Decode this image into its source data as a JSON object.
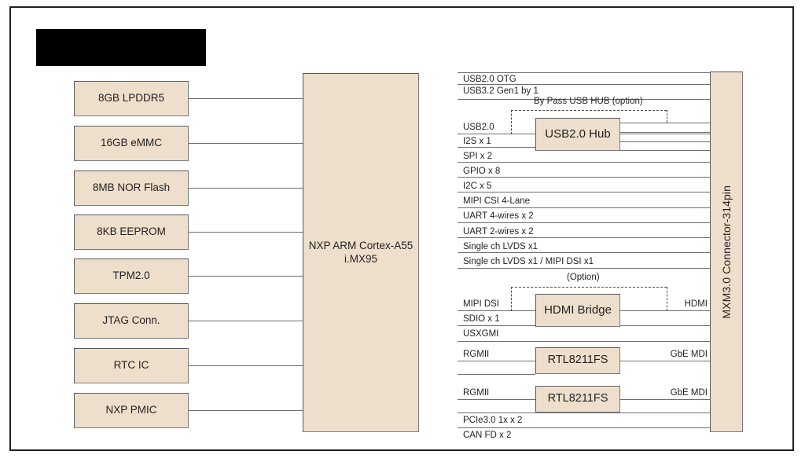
{
  "diagram": {
    "title_redacted": true,
    "colors": {
      "block_fill": "#eddfcb",
      "block_border": "#595959",
      "line": "#6f6f6f",
      "text": "#231f20",
      "frame": "#231f20",
      "redaction": "#000000"
    },
    "soc": {
      "line1": "NXP ARM Cortex-A55",
      "line2": "i.MX95"
    },
    "connector": {
      "label": "MXM3.0 Connector-314pin"
    },
    "left_blocks": [
      {
        "label": "8GB LPDDR5"
      },
      {
        "label": "16GB eMMC"
      },
      {
        "label": "8MB NOR Flash"
      },
      {
        "label": "8KB EEPROM"
      },
      {
        "label": "TPM2.0"
      },
      {
        "label": "JTAG Conn."
      },
      {
        "label": "RTC IC"
      },
      {
        "label": "NXP PMIC"
      }
    ],
    "signals": [
      {
        "label": "USB2.0 OTG"
      },
      {
        "label": "USB3.2 Gen1 by 1"
      },
      {
        "label": "USB2.0"
      },
      {
        "label": "I2S x 1"
      },
      {
        "label": "SPI x 2"
      },
      {
        "label": "GPIO x 8"
      },
      {
        "label": "I2C x 5"
      },
      {
        "label": "MIPI CSI 4-Lane"
      },
      {
        "label": "UART 4-wires x 2"
      },
      {
        "label": "UART 2-wires x 2"
      },
      {
        "label": "Single ch LVDS x1"
      },
      {
        "label": "Single ch LVDS x1 / MIPI DSI x1"
      },
      {
        "label": "MIPI DSI"
      },
      {
        "label": "SDIO x 1"
      },
      {
        "label": "USXGMI"
      },
      {
        "label": "RGMII"
      },
      {
        "label": "RGMII"
      },
      {
        "label": "PCIe3.0 1x  x 2"
      },
      {
        "label": "CAN FD x 2"
      }
    ],
    "inline_blocks": {
      "usb_hub": "USB2.0 Hub",
      "hdmi_bridge": "HDMI Bridge",
      "phy1": "RTL8211FS",
      "phy2": "RTL8211FS"
    },
    "option_labels": {
      "usb_bypass": "By Pass USB HUB (option)",
      "hdmi_option": "(Option)"
    },
    "right_labels": {
      "hdmi": "HDMI",
      "gbe1": "GbE MDI",
      "gbe2": "GbE MDI"
    }
  }
}
